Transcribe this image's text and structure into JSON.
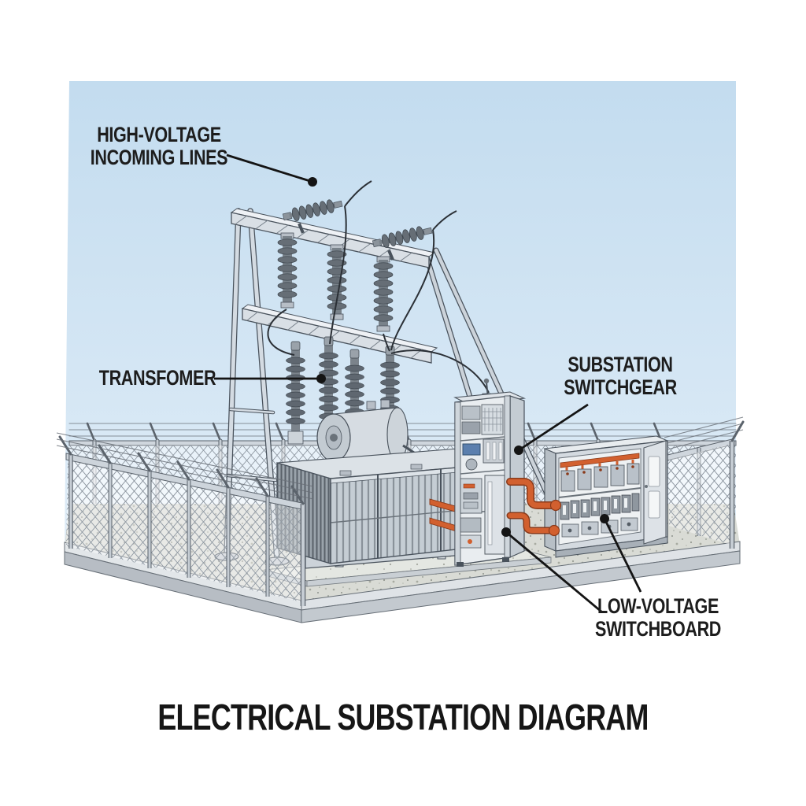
{
  "illustration": {
    "title": "ELECTRICAL SUBSTATION DIAGRAM",
    "labels": {
      "incoming_lines": {
        "line1": "HIGH-VOLTAGE",
        "line2": "INCOMING LINES"
      },
      "transformer": {
        "line1": "TRANSFOMER"
      },
      "switchgear": {
        "line1": "SUBSTATION",
        "line2": "SWITCHGEAR"
      },
      "switchboard": {
        "line1": "LOW-VOLTAGE",
        "line2": "SWITCHBOARD"
      }
    },
    "colors": {
      "sky_top": "#c3dcef",
      "sky_bottom": "#ddeaf7",
      "steel": "#d5dce3",
      "outline": "#49525c",
      "insulator_gray": "#666e76",
      "busbar_orange": "#d2602f",
      "concrete": "#d9dbd5",
      "label_text": "#1d1d1d"
    }
  }
}
